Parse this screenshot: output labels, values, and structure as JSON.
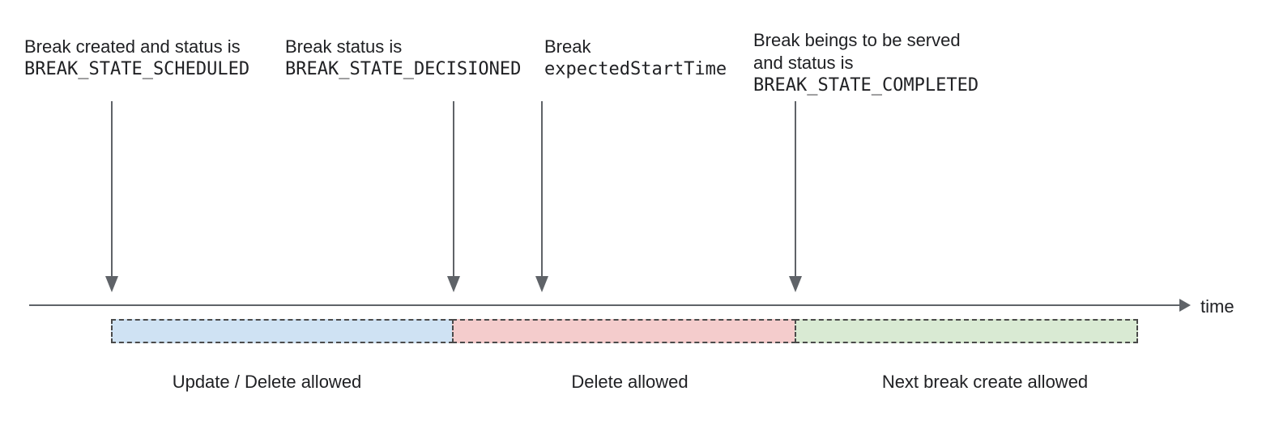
{
  "annotations": [
    {
      "line1": "Break created and status is",
      "line2": "BREAK_STATE_SCHEDULED"
    },
    {
      "line1": "Break status is",
      "line2": "BREAK_STATE_DECISIONED"
    },
    {
      "line1": "Break",
      "line2": "expectedStartTime"
    },
    {
      "line1": "Break beings to be served",
      "line2": "and status is",
      "line3": "BREAK_STATE_COMPLETED"
    }
  ],
  "timeline": {
    "axis_label": "time"
  },
  "segments": [
    {
      "label": "Update / Delete allowed",
      "fill": "#cfe2f3"
    },
    {
      "label": "Delete allowed",
      "fill": "#f4cccc"
    },
    {
      "label": "Next break create allowed",
      "fill": "#d9ead3"
    }
  ],
  "colors": {
    "line_gray": "#5f6368",
    "dashed_border_gray": "#4a4a4a",
    "text": "#202124",
    "segment_blue": "#cfe2f3",
    "segment_pink": "#f4cccc",
    "segment_green": "#d9ead3"
  }
}
